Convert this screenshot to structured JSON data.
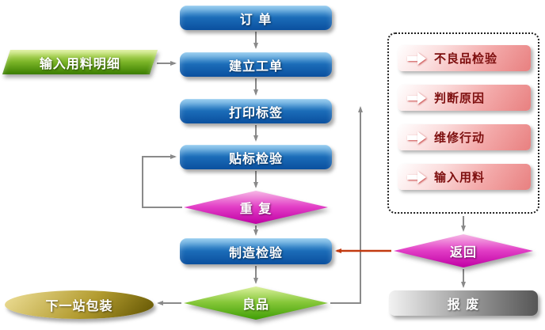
{
  "diagram": {
    "nodes": {
      "order": "订  单",
      "input_material_detail": "输入用料明细",
      "create_work_order": "建立工单",
      "print_label": "打印标签",
      "label_check": "贴标检验",
      "repeat": "重 复",
      "manufacture_check": "制造检验",
      "good_product": "良品",
      "next_station_packing": "下一站包装",
      "return": "返回",
      "scrap": "报 废"
    },
    "defect_steps": [
      "不良品检验",
      "判断原因",
      "维修行动",
      "输入用料"
    ],
    "colors": {
      "process_blue_light": "#6ab6e8",
      "process_blue_dark": "#0a4f9e",
      "input_green": "#3a7d00",
      "decision_magenta": "#c000a4",
      "decision_green": "#3f9e06",
      "terminator_gold": "#5f5200",
      "banner_pink": "#e88080",
      "banner_text_red": "#7e0f0f",
      "scrap_gray": "#565656",
      "connector_gray": "#8a8a8a",
      "connector_red": "#c23a10"
    }
  }
}
